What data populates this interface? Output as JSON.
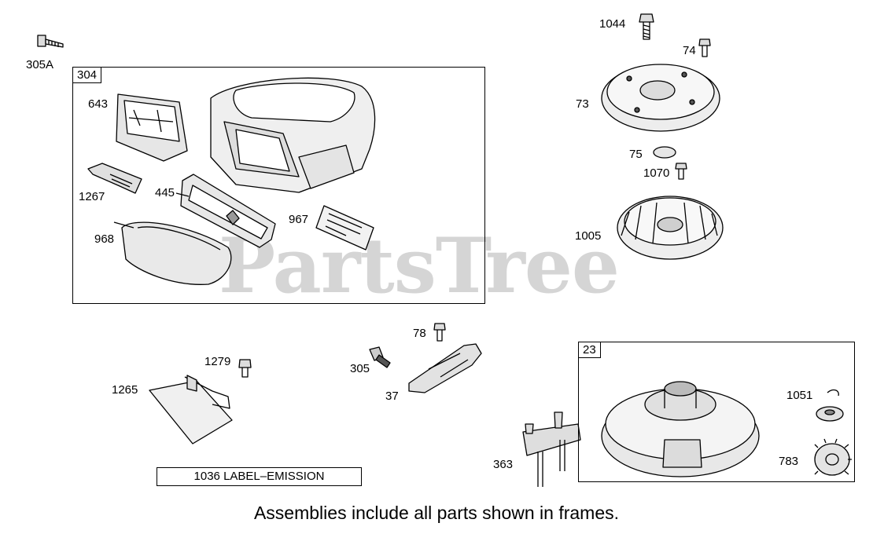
{
  "frames": {
    "f304": "304",
    "f23": "23"
  },
  "parts": {
    "p305A": "305A",
    "p643": "643",
    "p1267": "1267",
    "p445": "445",
    "p967": "967",
    "p968": "968",
    "p1044": "1044",
    "p74": "74",
    "p73": "73",
    "p75": "75",
    "p1070": "1070",
    "p1005": "1005",
    "p78": "78",
    "p305": "305",
    "p37": "37",
    "p1279": "1279",
    "p1265": "1265",
    "p363": "363",
    "p1051": "1051",
    "p783": "783"
  },
  "emission_label": "1036 LABEL–EMISSION",
  "caption": "Assemblies include all parts shown in frames.",
  "watermark": "PartsTree"
}
